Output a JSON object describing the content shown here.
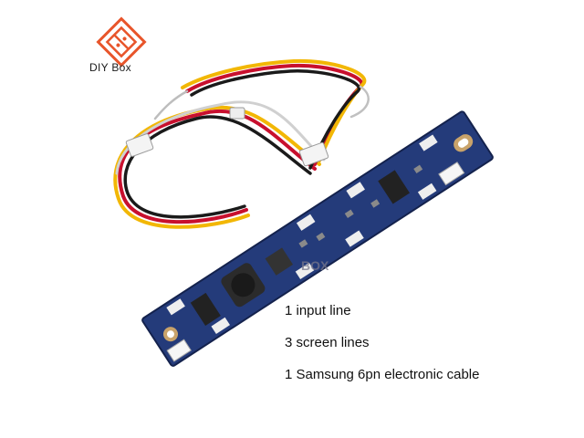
{
  "brand": {
    "name": "DIY Box",
    "watermark": "BOX",
    "accent": "#e8552b"
  },
  "product": {
    "board_color": "#243b7a",
    "cable_colors": [
      "#c8102e",
      "#f2b705",
      "#1a1a1a",
      "#d9d9d9"
    ]
  },
  "spec_lines": [
    "1 input line",
    "3 screen lines",
    "1 Samsung 6pn electronic cable"
  ]
}
